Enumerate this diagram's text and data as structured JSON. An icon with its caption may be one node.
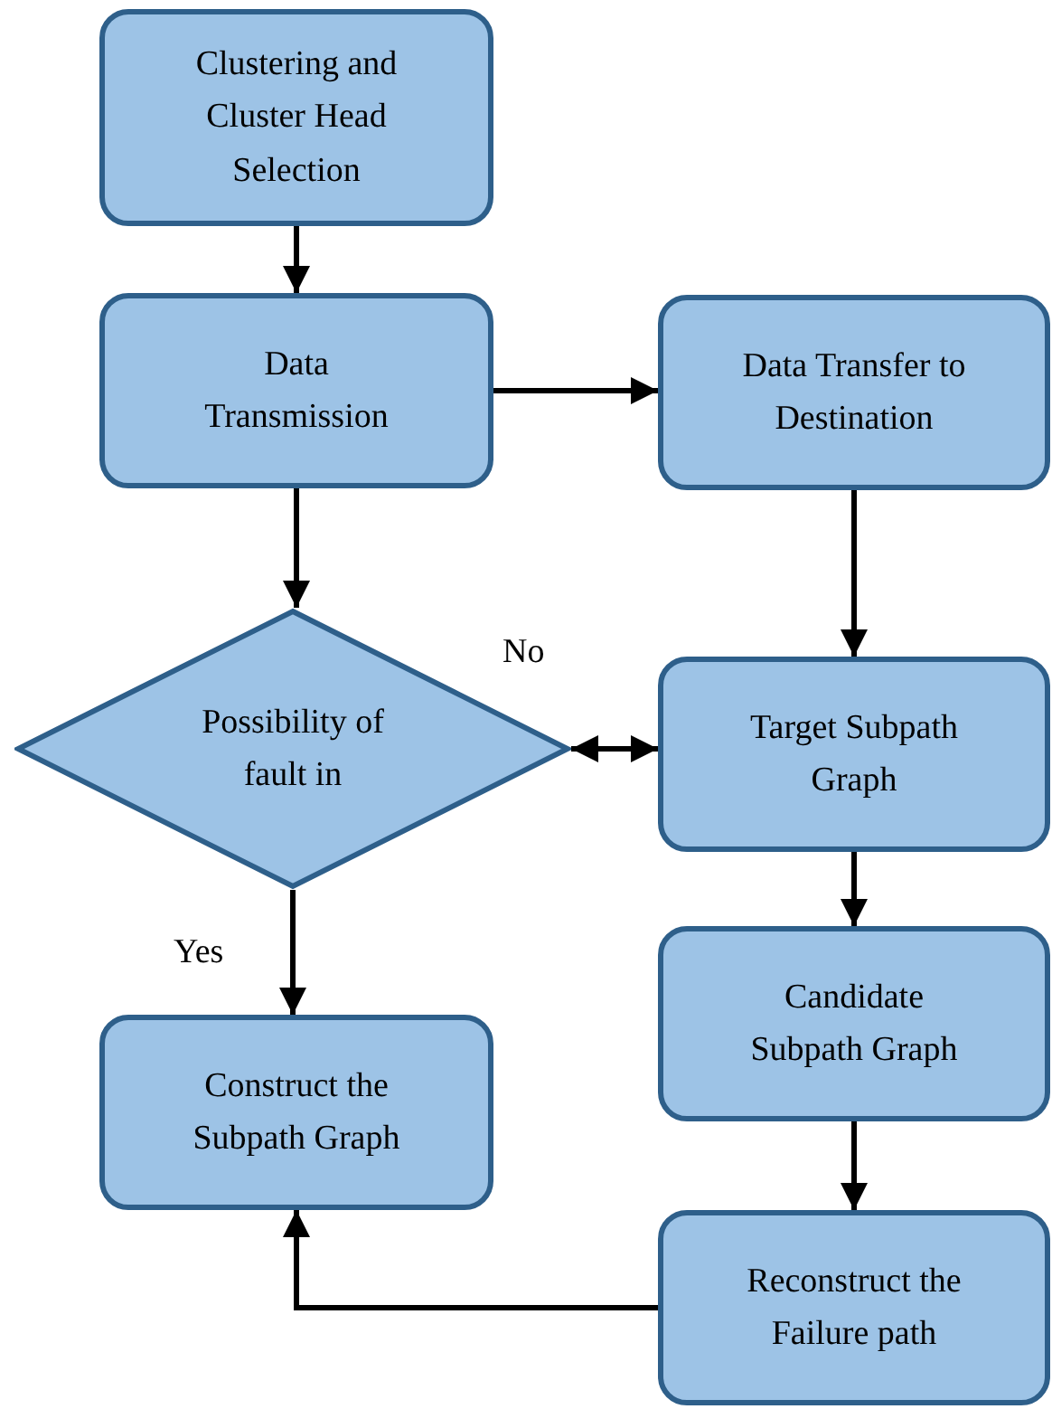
{
  "diagram": {
    "nodes": [
      {
        "text": [
          "Clustering and Cluster Head Selection"
        ]
      },
      {
        "text": [
          "Data Transmission"
        ]
      },
      {
        "text": [
          "Data Transfer to Destination"
        ]
      },
      {
        "text": [
          "Possibility of fault in"
        ]
      },
      {
        "text": [
          "Target Subpath Graph"
        ]
      },
      {
        "text": [
          "Construct the Subpath Graph"
        ]
      },
      {
        "text": [
          "Candidate Subpath Graph"
        ]
      },
      {
        "text": [
          "Reconstruct the Failure path"
        ]
      }
    ],
    "edges": [
      {
        "from": 0,
        "to": 1,
        "arrow": "to"
      },
      {
        "from": 1,
        "to": 2,
        "arrow": "to"
      },
      {
        "from": 1,
        "to": 3,
        "arrow": "to"
      },
      {
        "from": 2,
        "to": 4,
        "arrow": "to"
      },
      {
        "from": 3,
        "to": 4,
        "arrow": "both",
        "label": "No"
      },
      {
        "from": 3,
        "to": 5,
        "arrow": "to",
        "label": "Yes"
      },
      {
        "from": 4,
        "to": 6,
        "arrow": "to"
      },
      {
        "from": 6,
        "to": 7,
        "arrow": "to"
      },
      {
        "from": 7,
        "to": 5,
        "arrow": "to"
      }
    ]
  }
}
